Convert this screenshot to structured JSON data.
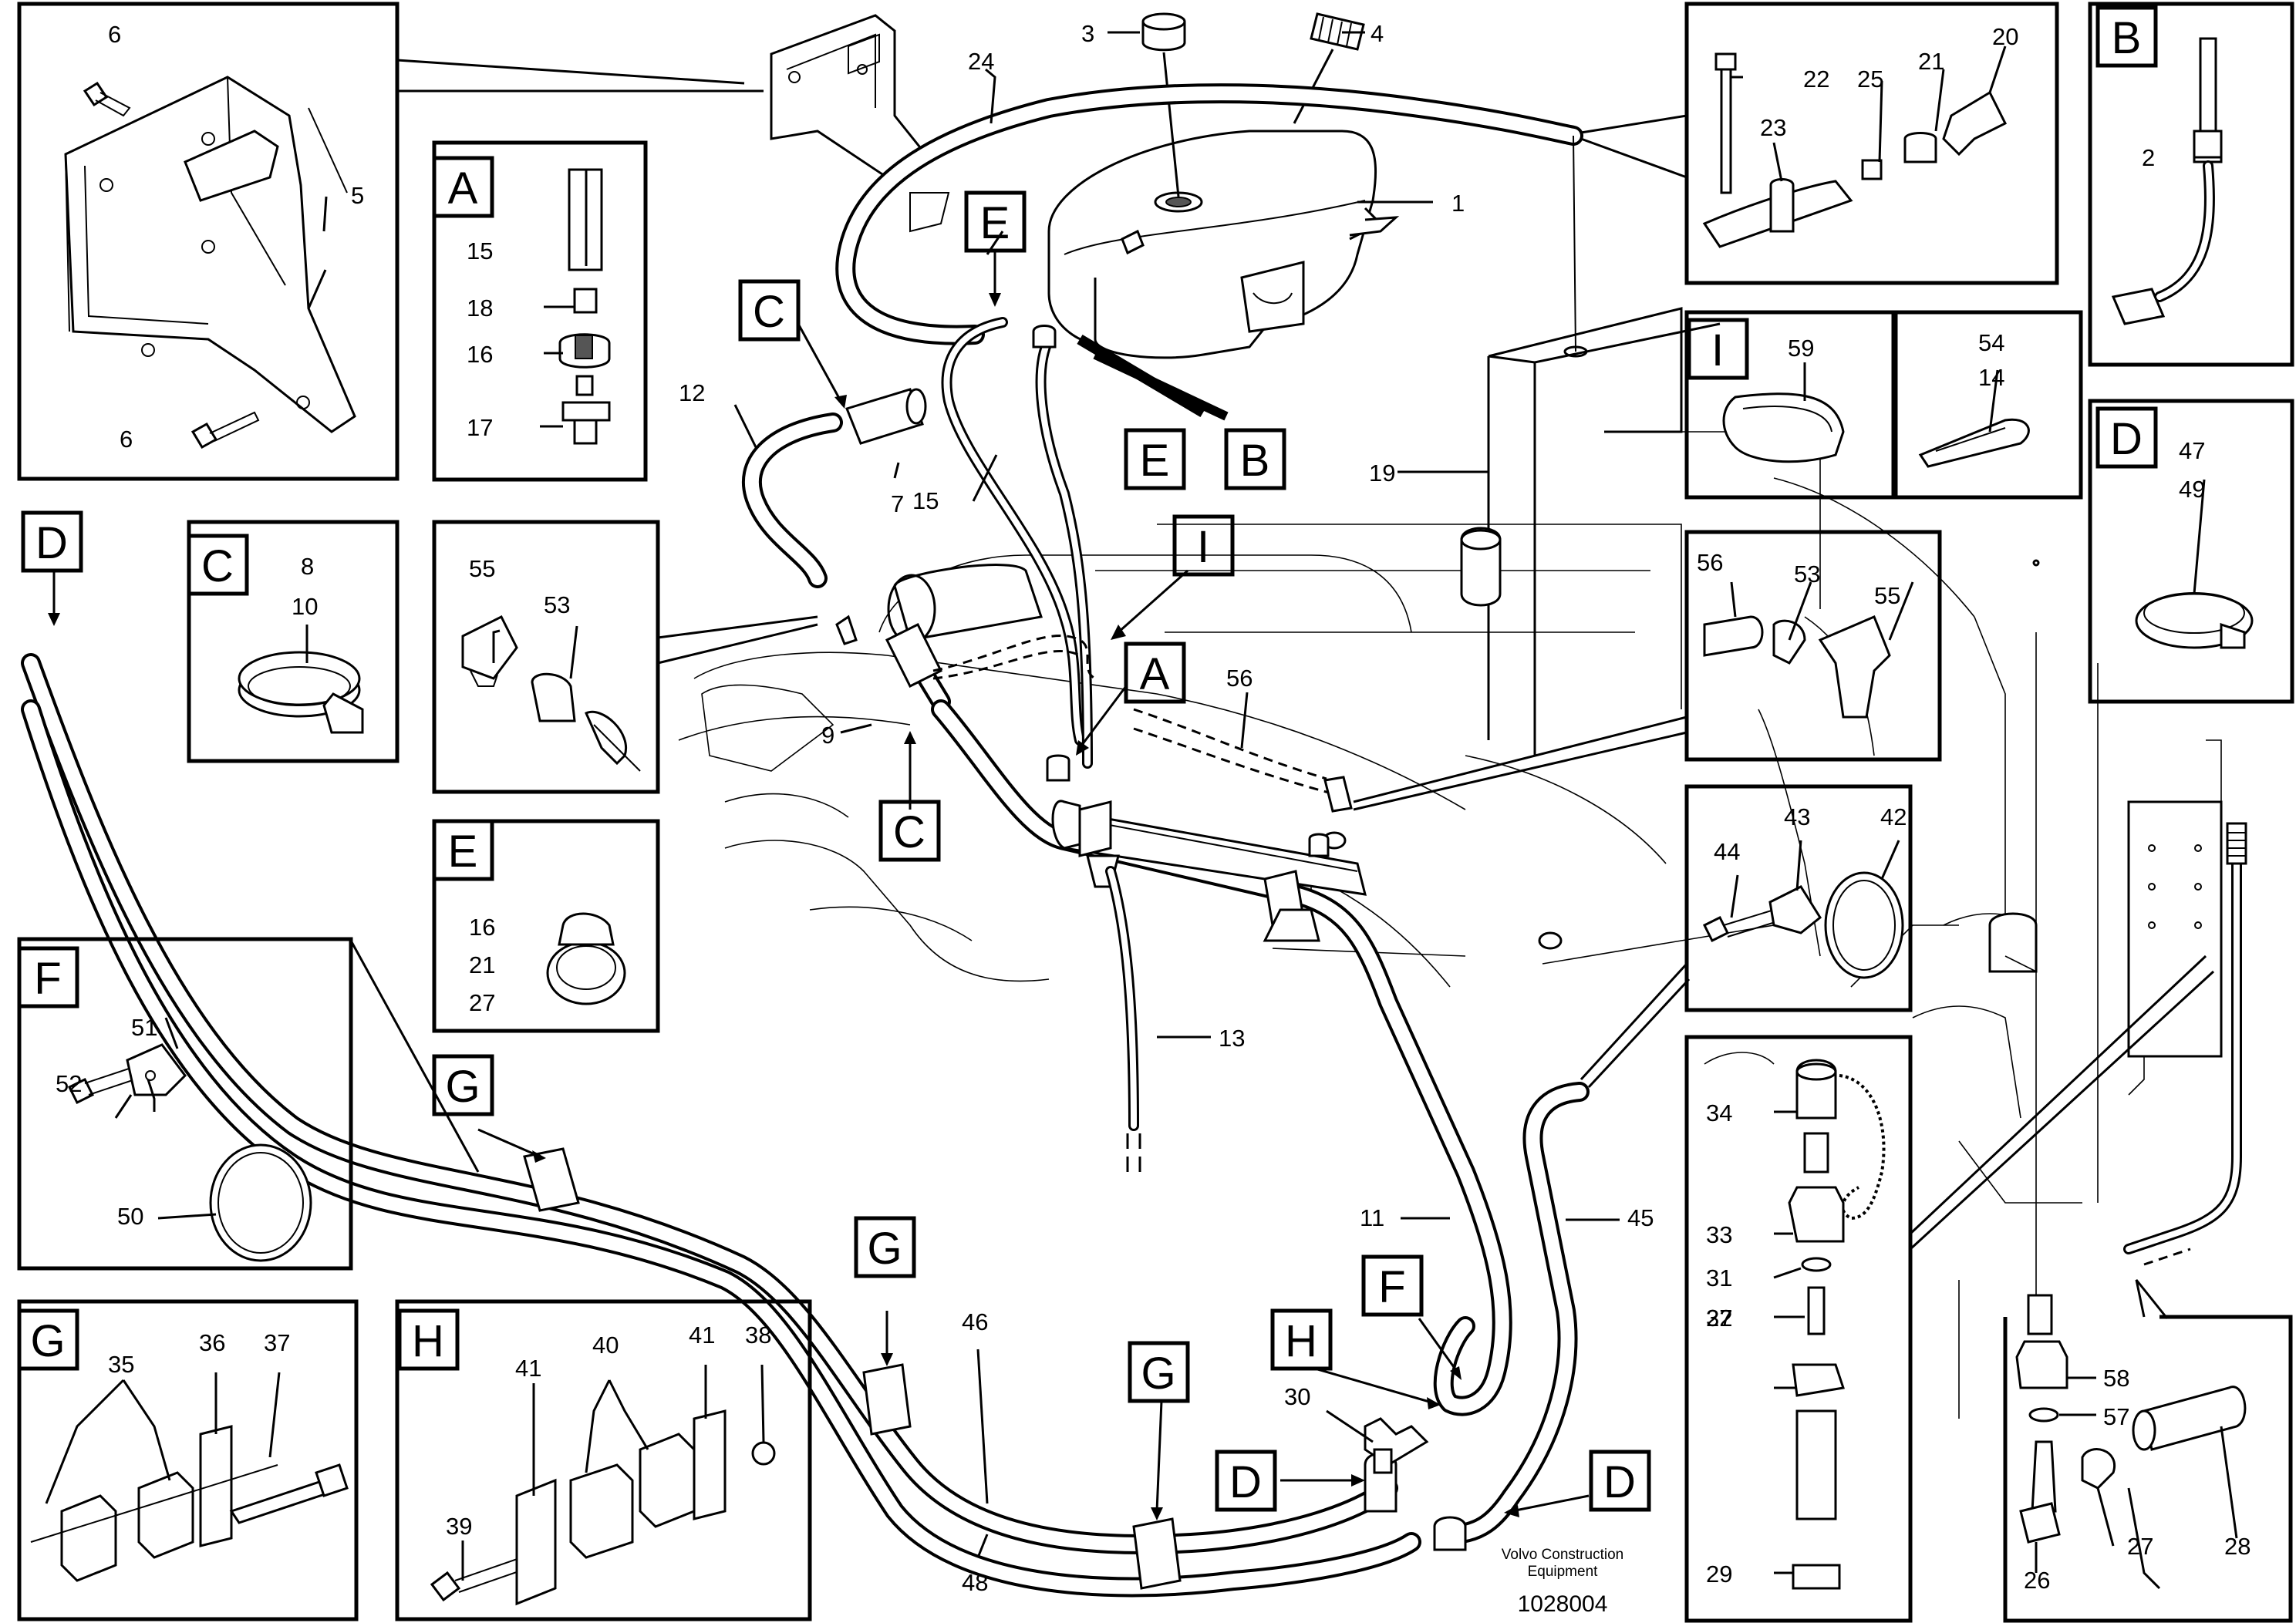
{
  "diagram": {
    "maker": "Volvo Construction",
    "maker_line2": "Equipment",
    "drawing_number": "1028004",
    "detail_letters": {
      "A": "A",
      "B": "B",
      "C": "C",
      "D": "D",
      "E": "E",
      "F": "F",
      "G": "G",
      "H": "H",
      "I": "I"
    },
    "parts": {
      "p1": "1",
      "p2": "2",
      "p3": "3",
      "p4": "4",
      "p5": "5",
      "p6": "6",
      "p7": "7",
      "p8": "8",
      "p9": "9",
      "p10": "10",
      "p11": "11",
      "p12": "12",
      "p13": "13",
      "p14": "14",
      "p15": "15",
      "p16": "16",
      "p17": "17",
      "p18": "18",
      "p19": "19",
      "p20": "20",
      "p21": "21",
      "p22": "22",
      "p23": "23",
      "p24": "24",
      "p25": "25",
      "p26": "26",
      "p27": "27",
      "p28": "28",
      "p29": "29",
      "p30": "30",
      "p31": "31",
      "p32": "32",
      "p33": "33",
      "p34": "34",
      "p35": "35",
      "p36": "36",
      "p37": "37",
      "p38": "38",
      "p39": "39",
      "p40": "40",
      "p41": "41",
      "p42": "42",
      "p43": "43",
      "p44": "44",
      "p45": "45",
      "p46": "46",
      "p47": "47",
      "p48": "48",
      "p49": "49",
      "p50": "50",
      "p51": "51",
      "p52": "52",
      "p53": "53",
      "p54": "54",
      "p55": "55",
      "p56": "56",
      "p57": "57",
      "p58": "58",
      "p59": "59"
    }
  }
}
